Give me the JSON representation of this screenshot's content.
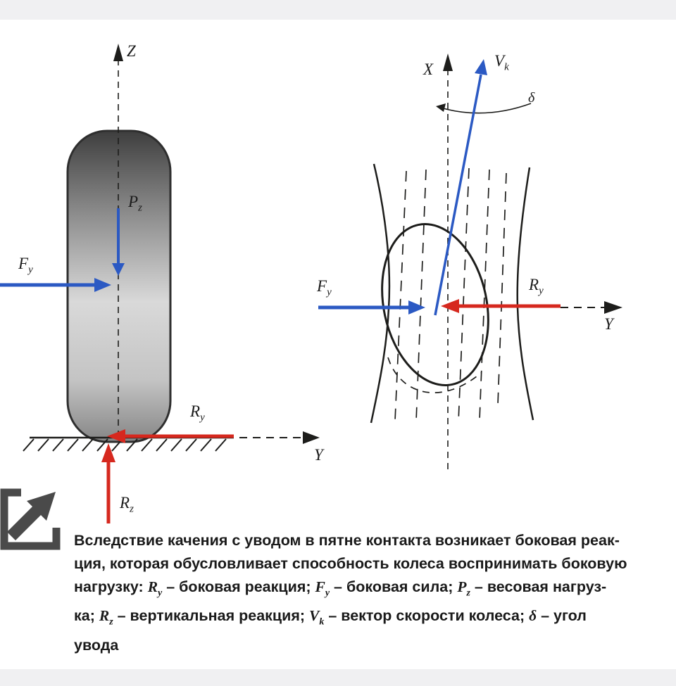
{
  "colors": {
    "blue": "#2b59c3",
    "red": "#d6281e",
    "ink": "#1d1d1b",
    "logo_gray": "#4a4a4a",
    "strip": "#f0f0f2"
  },
  "left_diagram": {
    "axis_z": "Z",
    "axis_y": "Y",
    "pz": {
      "base": "P",
      "sub": "z"
    },
    "fy": {
      "base": "F",
      "sub": "y"
    },
    "ry": {
      "base": "R",
      "sub": "y"
    },
    "rz": {
      "base": "R",
      "sub": "z"
    }
  },
  "right_diagram": {
    "axis_x": "X",
    "axis_y": "Y",
    "vk": {
      "base": "V",
      "sub": "k"
    },
    "delta": "δ",
    "fy": {
      "base": "F",
      "sub": "y"
    },
    "ry": {
      "base": "R",
      "sub": "y"
    }
  },
  "caption": {
    "lines": [
      [
        {
          "t": "Вследствие качения с уводом в пятне контакта возникает боковая реак-"
        }
      ],
      [
        {
          "t": "ция, которая обусловливает способность колеса воспринимать боковую"
        }
      ],
      [
        {
          "t": "нагрузку: "
        },
        {
          "v": "R",
          "s": "y"
        },
        {
          "t": " – боковая реакция; "
        },
        {
          "v": "F",
          "s": "y"
        },
        {
          "t": " – боковая сила; "
        },
        {
          "v": "P",
          "s": "z"
        },
        {
          "t": " – весовая нагруз-"
        }
      ],
      [
        {
          "t": "ка; "
        },
        {
          "v": "R",
          "s": "z"
        },
        {
          "t": " – вертикальная реакция; "
        },
        {
          "v": "V",
          "s": "k"
        },
        {
          "t": " – вектор скорости колеса; "
        },
        {
          "v": "δ",
          "s": ""
        },
        {
          "t": " – угол"
        }
      ],
      [
        {
          "t": "увода"
        }
      ]
    ]
  }
}
